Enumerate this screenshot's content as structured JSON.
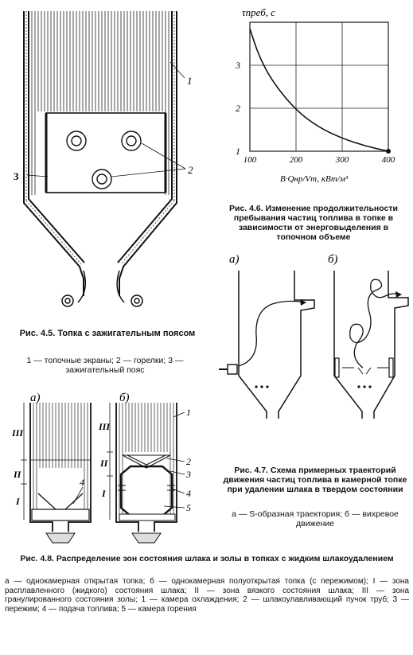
{
  "fig45": {
    "labels": {
      "screens": "1",
      "burners": "2",
      "belt": "3"
    },
    "caption_title": "Рис. 4.5. Топка с зажигательным поясом",
    "caption_legend": "1 — топочные экраны; 2 — горелки; 3 — зажигательный пояс"
  },
  "fig46": {
    "caption": "Рис. 4.6. Изменение продолжительности пребывания частиц топлива в топке в зависимости от энерговыделения в топочном объеме",
    "chart_data": {
      "type": "line",
      "ylabel": "τпреб, с",
      "xlabel": "B·Qнр/Vт, кВт/м³",
      "x_ticks": [
        "100",
        "200",
        "300",
        "400"
      ],
      "y_ticks": [
        "1",
        "2",
        "3"
      ],
      "xlim": [
        100,
        400
      ],
      "ylim": [
        1,
        4
      ],
      "grid": true,
      "series": [
        {
          "x": [
            100,
            120,
            150,
            200,
            250,
            300,
            350,
            400
          ],
          "values": [
            3.85,
            3.2,
            2.6,
            1.95,
            1.55,
            1.3,
            1.12,
            1.0
          ]
        }
      ]
    }
  },
  "fig47": {
    "panel_a": "а)",
    "panel_b": "б)",
    "caption_title": "Рис. 4.7. Схема примерных траекторий движения частиц топлива в камерной топке при удалении шлака в твердом состоянии",
    "caption_legend": "а — S-образная траектория; б — вихревое движение"
  },
  "fig48": {
    "panel_a": "а)",
    "panel_b": "б)",
    "zones_a": [
      "III",
      "II",
      "I"
    ],
    "labels_a": {
      "feed": "4"
    },
    "zones_b": [
      "III",
      "II",
      "I"
    ],
    "labels_b": [
      "1",
      "2",
      "3",
      "4",
      "5"
    ],
    "caption_title": "Рис. 4.8. Распределение зон состояния шлака и золы в топках с жидким шлакоудалением",
    "caption_legend": "а — однокамерная открытая топка; б — однокамерная полуоткрытая топка (с пережимом); I — зона расплавленного (жидкого) состояния шлака; II — зона вязкого состояния шлака; III — зона гранулированного состояния золы; 1 — камера охлаждения; 2 — шлакоулавливающий пучок труб; 3 — пережим; 4 — подача топлива; 5 — камера горения"
  }
}
